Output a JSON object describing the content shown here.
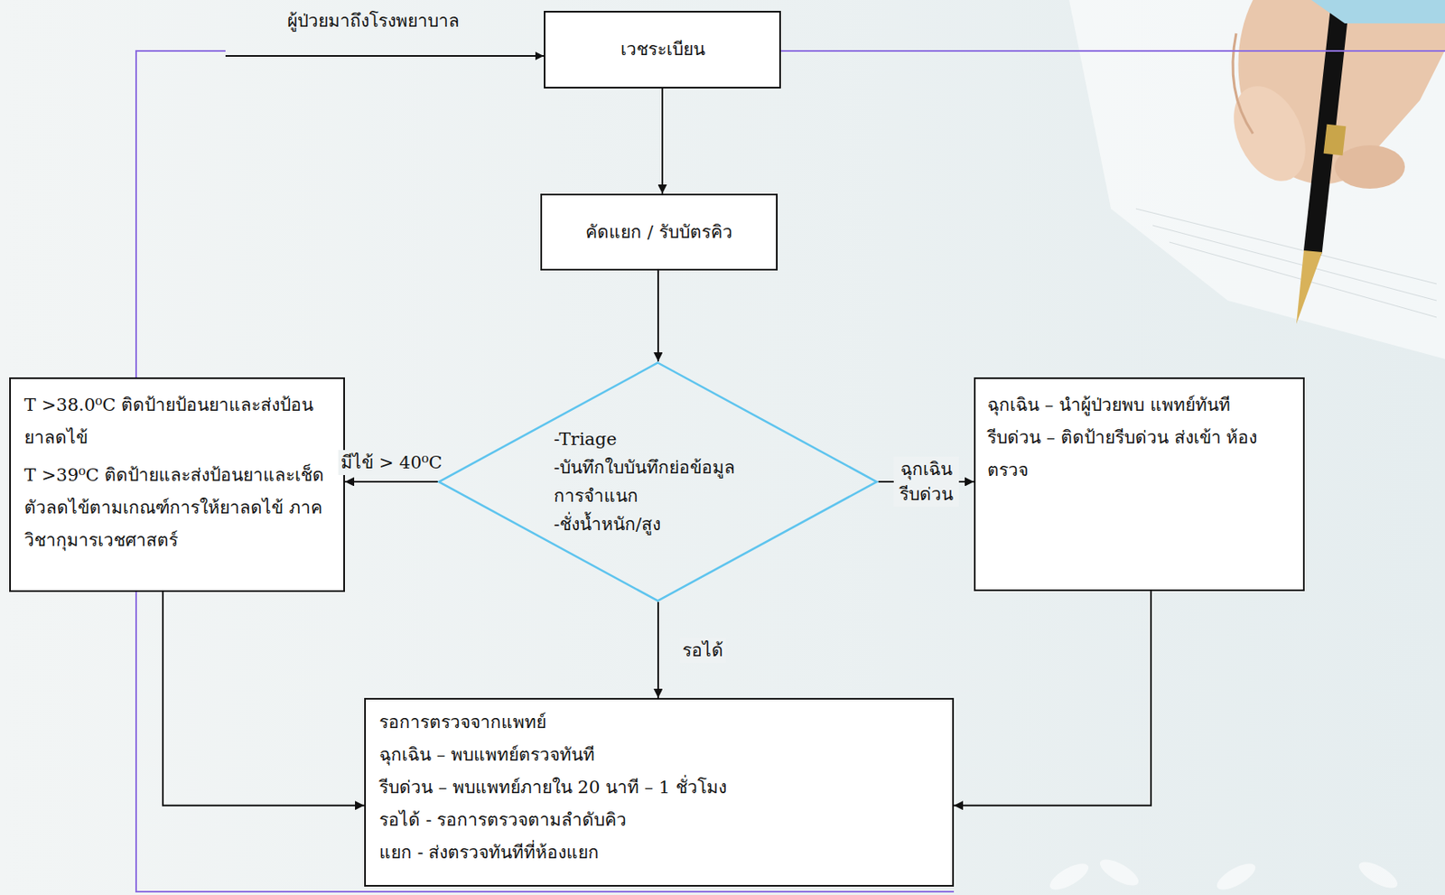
{
  "diagram": {
    "nodes": [
      {
        "text": [
          "เวชระเบียน"
        ]
      },
      {
        "text": [
          "คัดแยก / รับบัตรคิว"
        ]
      },
      {
        "text": [
          "T >38.0⁰C ติดป้ายป้อนยาและส่งป้อน ยาลดไข้",
          "T >39⁰C ติดป้ายและส่งป้อนยาและเช็ด ตัวลดไข้ตามเกณฑ์การให้ยาลดไข้ ภาควิชากุมารเวชศาสตร์"
        ]
      },
      {
        "text": [
          "-Triage",
          "-บันทึกใบบันทึกย่อข้อมูล การจำแนก",
          "-ชั่งน้ำหนัก/สูง"
        ]
      },
      {
        "text": [
          "ฉุกเฉิน – นำผู้ป่วยพบ แพทย์ทันที",
          "รีบด่วน – ติดป้ายรีบด่วน ส่งเข้า ห้องตรวจ"
        ]
      },
      {
        "text": [
          "รอการตรวจจากแพทย์",
          "ฉุกเฉิน – พบแพทย์ตรวจทันที",
          "รีบด่วน – พบแพทย์ภายใน 20 นาที – 1 ชั่วโมง",
          "รอได้ - รอการตรวจตามลำดับคิว",
          "แยก - ส่งตรวจทันทีที่ห้องแยก"
        ]
      }
    ],
    "edges": [
      {
        "from": 0,
        "to": 1,
        "arrow": "to"
      },
      {
        "from": 1,
        "to": 3,
        "arrow": "to"
      },
      {
        "from": 3,
        "to": 2,
        "label": "มีไข้ > 40⁰C",
        "arrow": "to"
      },
      {
        "from": 3,
        "to": 4,
        "label": "ฉุกเฉิน รีบด่วน",
        "arrow": "to"
      },
      {
        "from": 3,
        "to": 5,
        "label": "รอได้",
        "arrow": "to"
      },
      {
        "from": 2,
        "to": 5,
        "arrow": "to"
      },
      {
        "from": 4,
        "to": 5,
        "arrow": "to"
      }
    ],
    "labels": [
      "ผู้ป่วยมาถึงโรงพยาบาล"
    ]
  }
}
